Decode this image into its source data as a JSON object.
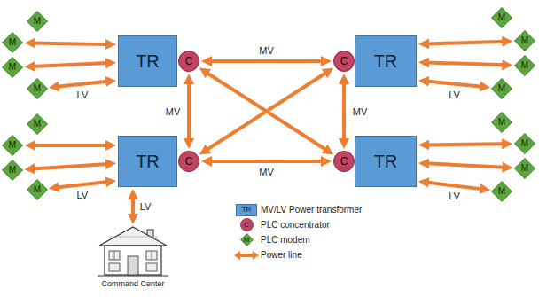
{
  "diagram": {
    "nodes": [
      {
        "text": [
          "M"
        ]
      },
      {
        "text": [
          "M"
        ]
      },
      {
        "text": [
          "M"
        ]
      },
      {
        "text": [
          "M"
        ]
      },
      {
        "text": [
          "TR"
        ]
      },
      {
        "text": [
          "C"
        ]
      },
      {
        "text": [
          "C"
        ]
      },
      {
        "text": [
          "TR"
        ]
      },
      {
        "text": [
          "M"
        ]
      },
      {
        "text": [
          "M"
        ]
      },
      {
        "text": [
          "M"
        ]
      },
      {
        "text": [
          "M"
        ]
      },
      {
        "text": [
          "M"
        ]
      },
      {
        "text": [
          "M"
        ]
      },
      {
        "text": [
          "M"
        ]
      },
      {
        "text": [
          "M"
        ]
      },
      {
        "text": [
          "TR"
        ]
      },
      {
        "text": [
          "C"
        ]
      },
      {
        "text": [
          "C"
        ]
      },
      {
        "text": [
          "TR"
        ]
      },
      {
        "text": [
          "M"
        ]
      },
      {
        "text": [
          "M"
        ]
      },
      {
        "text": [
          "M"
        ]
      },
      {
        "text": [
          "M"
        ]
      },
      {
        "text": [
          "Command Center"
        ]
      }
    ],
    "edges": [
      {
        "from": 4,
        "to": 1,
        "arrow": "both"
      },
      {
        "from": 4,
        "to": 2,
        "arrow": "both"
      },
      {
        "from": 4,
        "to": 3,
        "arrow": "both",
        "label": "LV"
      },
      {
        "from": 5,
        "to": 6,
        "arrow": "both",
        "label": "MV"
      },
      {
        "from": 7,
        "to": 9,
        "arrow": "both"
      },
      {
        "from": 7,
        "to": 10,
        "arrow": "both"
      },
      {
        "from": 7,
        "to": 11,
        "arrow": "both",
        "label": "LV"
      },
      {
        "from": 5,
        "to": 17,
        "arrow": "both",
        "label": "MV"
      },
      {
        "from": 6,
        "to": 18,
        "arrow": "both",
        "label": "MV"
      },
      {
        "from": 5,
        "to": 18,
        "arrow": "both"
      },
      {
        "from": 6,
        "to": 17,
        "arrow": "both"
      },
      {
        "from": 16,
        "to": 13,
        "arrow": "both"
      },
      {
        "from": 16,
        "to": 14,
        "arrow": "both"
      },
      {
        "from": 16,
        "to": 15,
        "arrow": "both",
        "label": "LV"
      },
      {
        "from": 17,
        "to": 18,
        "arrow": "both",
        "label": "MV"
      },
      {
        "from": 19,
        "to": 21,
        "arrow": "both"
      },
      {
        "from": 19,
        "to": 22,
        "arrow": "both"
      },
      {
        "from": 19,
        "to": 23,
        "arrow": "both",
        "label": "LV"
      },
      {
        "from": 16,
        "to": 24,
        "arrow": "both",
        "label": "LV"
      }
    ],
    "labels": [
      "TR",
      "C",
      "M"
    ],
    "legend": [
      {
        "text": "MV/LV Power transformer"
      },
      {
        "text": "PLC concentrator"
      },
      {
        "text": "PLC modem"
      },
      {
        "text": "Power line"
      }
    ]
  }
}
